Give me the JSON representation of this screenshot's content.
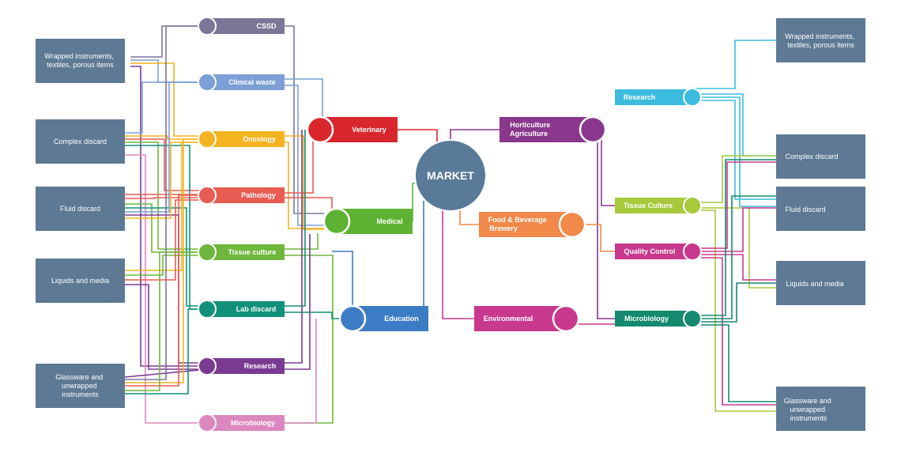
{
  "market": {
    "label": "MARKET",
    "color": "#5a7a99"
  },
  "box_color": "#5e7994",
  "left_boxes": [
    {
      "id": "L1",
      "lines": [
        "Wrapped instruments,",
        "textiles, porous items"
      ]
    },
    {
      "id": "L2",
      "lines": [
        "Complex discard"
      ]
    },
    {
      "id": "L3",
      "lines": [
        "Fluid discard"
      ]
    },
    {
      "id": "L4",
      "lines": [
        "Liquids and media"
      ]
    },
    {
      "id": "L5",
      "lines": [
        "Glassware and",
        "unwrapped",
        "instruments"
      ]
    }
  ],
  "right_boxes": [
    {
      "id": "R1",
      "lines": [
        "Wrapped instruments,",
        "textiles, porous items"
      ]
    },
    {
      "id": "R2",
      "lines": [
        "Complex discard"
      ]
    },
    {
      "id": "R3",
      "lines": [
        "Fluid discard"
      ]
    },
    {
      "id": "R4",
      "lines": [
        "Liquids and media"
      ]
    },
    {
      "id": "R5",
      "lines": [
        "Glassware and",
        "unwrapped",
        "instruments"
      ]
    }
  ],
  "left_apps": [
    {
      "id": "cssd",
      "label": "CSSD",
      "color": "#7d7598"
    },
    {
      "id": "clinical",
      "label": "Clinical waste",
      "color": "#7b9fd6"
    },
    {
      "id": "oncology",
      "label": "Oncology",
      "color": "#f4b320"
    },
    {
      "id": "pathology",
      "label": "Pathology",
      "color": "#e85c54"
    },
    {
      "id": "tissue",
      "label": "Tissue culture",
      "color": "#6fb73c"
    },
    {
      "id": "labdiscard",
      "label": "Lab discard",
      "color": "#11917a"
    },
    {
      "id": "research",
      "label": "Research",
      "color": "#7b3a92"
    },
    {
      "id": "micro",
      "label": "Microbiology",
      "color": "#dc87bf"
    }
  ],
  "sectors": [
    {
      "id": "veterinary",
      "lines": [
        "Veterinary"
      ],
      "color": "#d9262d"
    },
    {
      "id": "medical",
      "lines": [
        "Medical"
      ],
      "color": "#5eb233"
    },
    {
      "id": "education",
      "lines": [
        "Education"
      ],
      "color": "#3c7cc4"
    },
    {
      "id": "horticulture",
      "lines": [
        "Horticulture",
        "Agriculture"
      ],
      "color": "#8a378e"
    },
    {
      "id": "food",
      "lines": [
        "Food & Beverage",
        "Brewery"
      ],
      "color": "#f0894a"
    },
    {
      "id": "environmental",
      "lines": [
        "Environmental"
      ],
      "color": "#c8398e"
    }
  ],
  "right_apps": [
    {
      "id": "r_research",
      "label": "Research",
      "color": "#3bbcde"
    },
    {
      "id": "r_tissue",
      "label": "Tissue Culture",
      "color": "#a7c93b"
    },
    {
      "id": "r_qc",
      "label": "Quality Control",
      "color": "#c8398e"
    },
    {
      "id": "r_micro",
      "label": "Microbiology",
      "color": "#138a70"
    }
  ]
}
